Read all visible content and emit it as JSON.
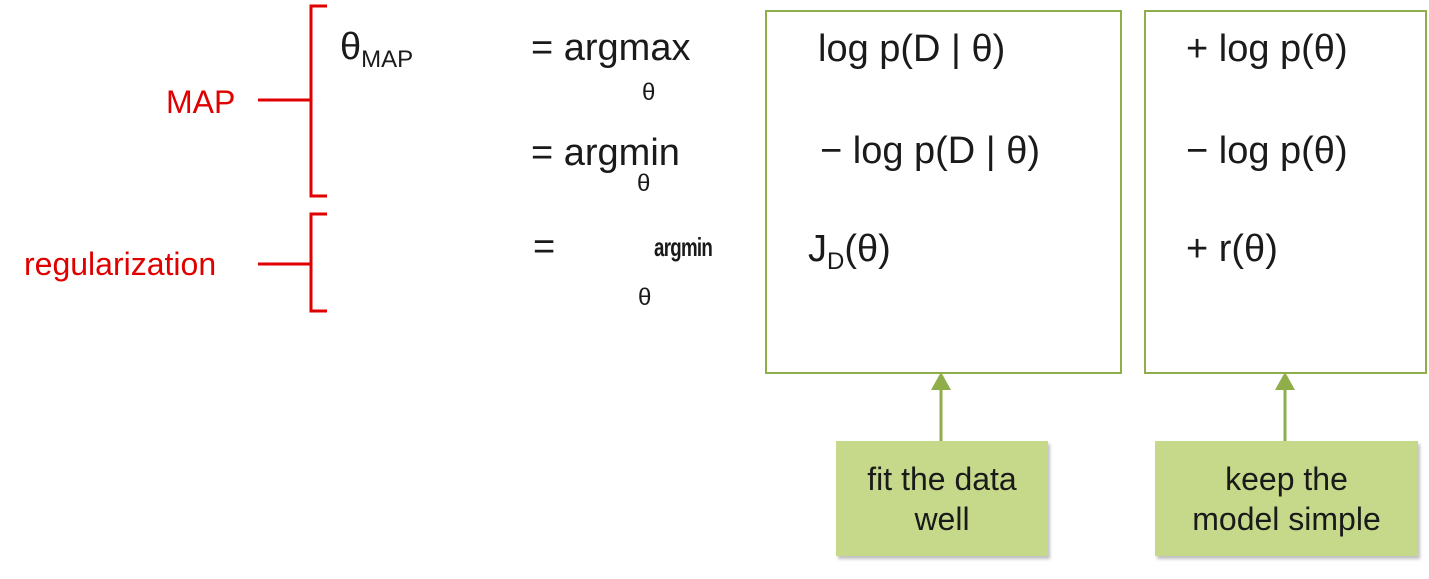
{
  "labels": {
    "map": "MAP",
    "regularization": "regularization"
  },
  "lhs": {
    "theta": "θ",
    "theta_sub": "MAP"
  },
  "rows": [
    {
      "op": "= argmax",
      "op_sub": "θ",
      "data_term": "log p(D | θ)",
      "prior_term": "+ log p(θ)"
    },
    {
      "op": "= argmin",
      "op_sub": "θ",
      "data_term": "− log p(D | θ)",
      "prior_term": "− log p(θ)"
    },
    {
      "op": "=",
      "op_word": "argmin",
      "op_sub": "θ",
      "data_term_main": "J",
      "data_term_sub": "D",
      "data_term_rest": "(θ)",
      "prior_term": "+ r(θ)"
    }
  ],
  "notes": {
    "fit": "fit the data\nwell",
    "simple": "keep the\nmodel simple"
  },
  "colors": {
    "bracket": "#e00000",
    "box_border": "#8fae4a",
    "note_fill": "#c6d98a",
    "arrow": "#8fae4a"
  }
}
